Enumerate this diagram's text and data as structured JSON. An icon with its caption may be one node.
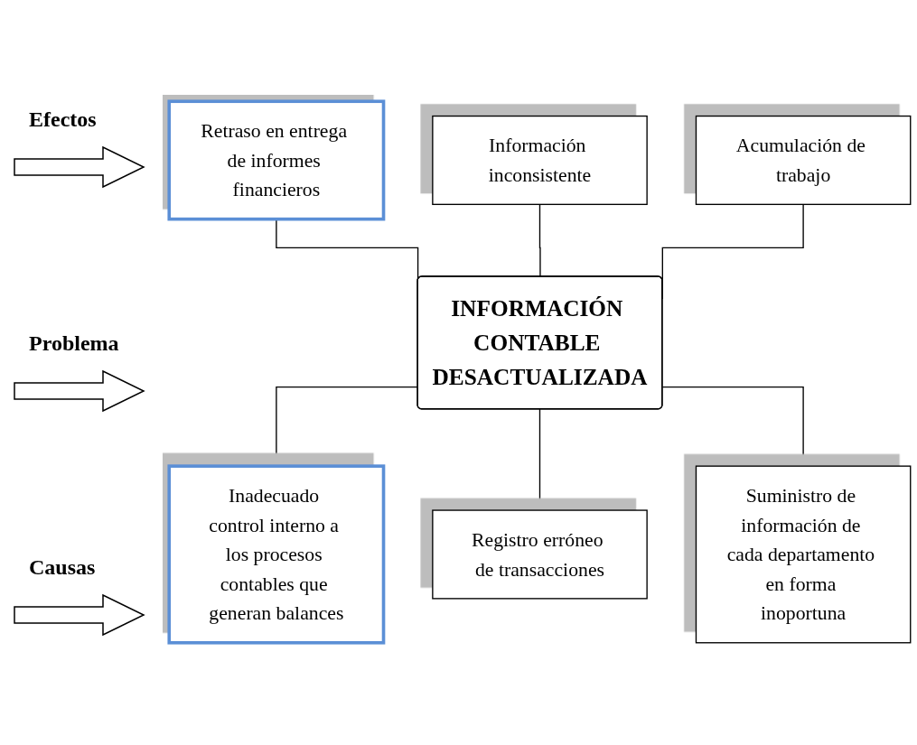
{
  "diagram": {
    "nodes": [
      {
        "text": [
          "Retraso en entrega de informes financieros"
        ]
      },
      {
        "text": [
          "Información inconsistente"
        ]
      },
      {
        "text": [
          "Acumulación de trabajo"
        ]
      },
      {
        "text": [
          "INFORMACIÓN CONTABLE DESACTUALIZADA"
        ]
      },
      {
        "text": [
          "Inadecuado control interno a los procesos contables que generan balances"
        ]
      },
      {
        "text": [
          "Registro erróneo de transacciones"
        ]
      },
      {
        "text": [
          "Suministro de información de cada departamento en forma inoportuna"
        ]
      }
    ],
    "edges": [
      {
        "from": 0,
        "to": 3,
        "arrow": "none"
      },
      {
        "from": 1,
        "to": 3,
        "arrow": "none"
      },
      {
        "from": 2,
        "to": 3,
        "arrow": "none"
      },
      {
        "from": 3,
        "to": 4,
        "arrow": "none"
      },
      {
        "from": 3,
        "to": 5,
        "arrow": "none"
      },
      {
        "from": 3,
        "to": 6,
        "arrow": "none"
      }
    ],
    "labels": [
      "Efectos",
      "Problema",
      "Causas"
    ]
  }
}
